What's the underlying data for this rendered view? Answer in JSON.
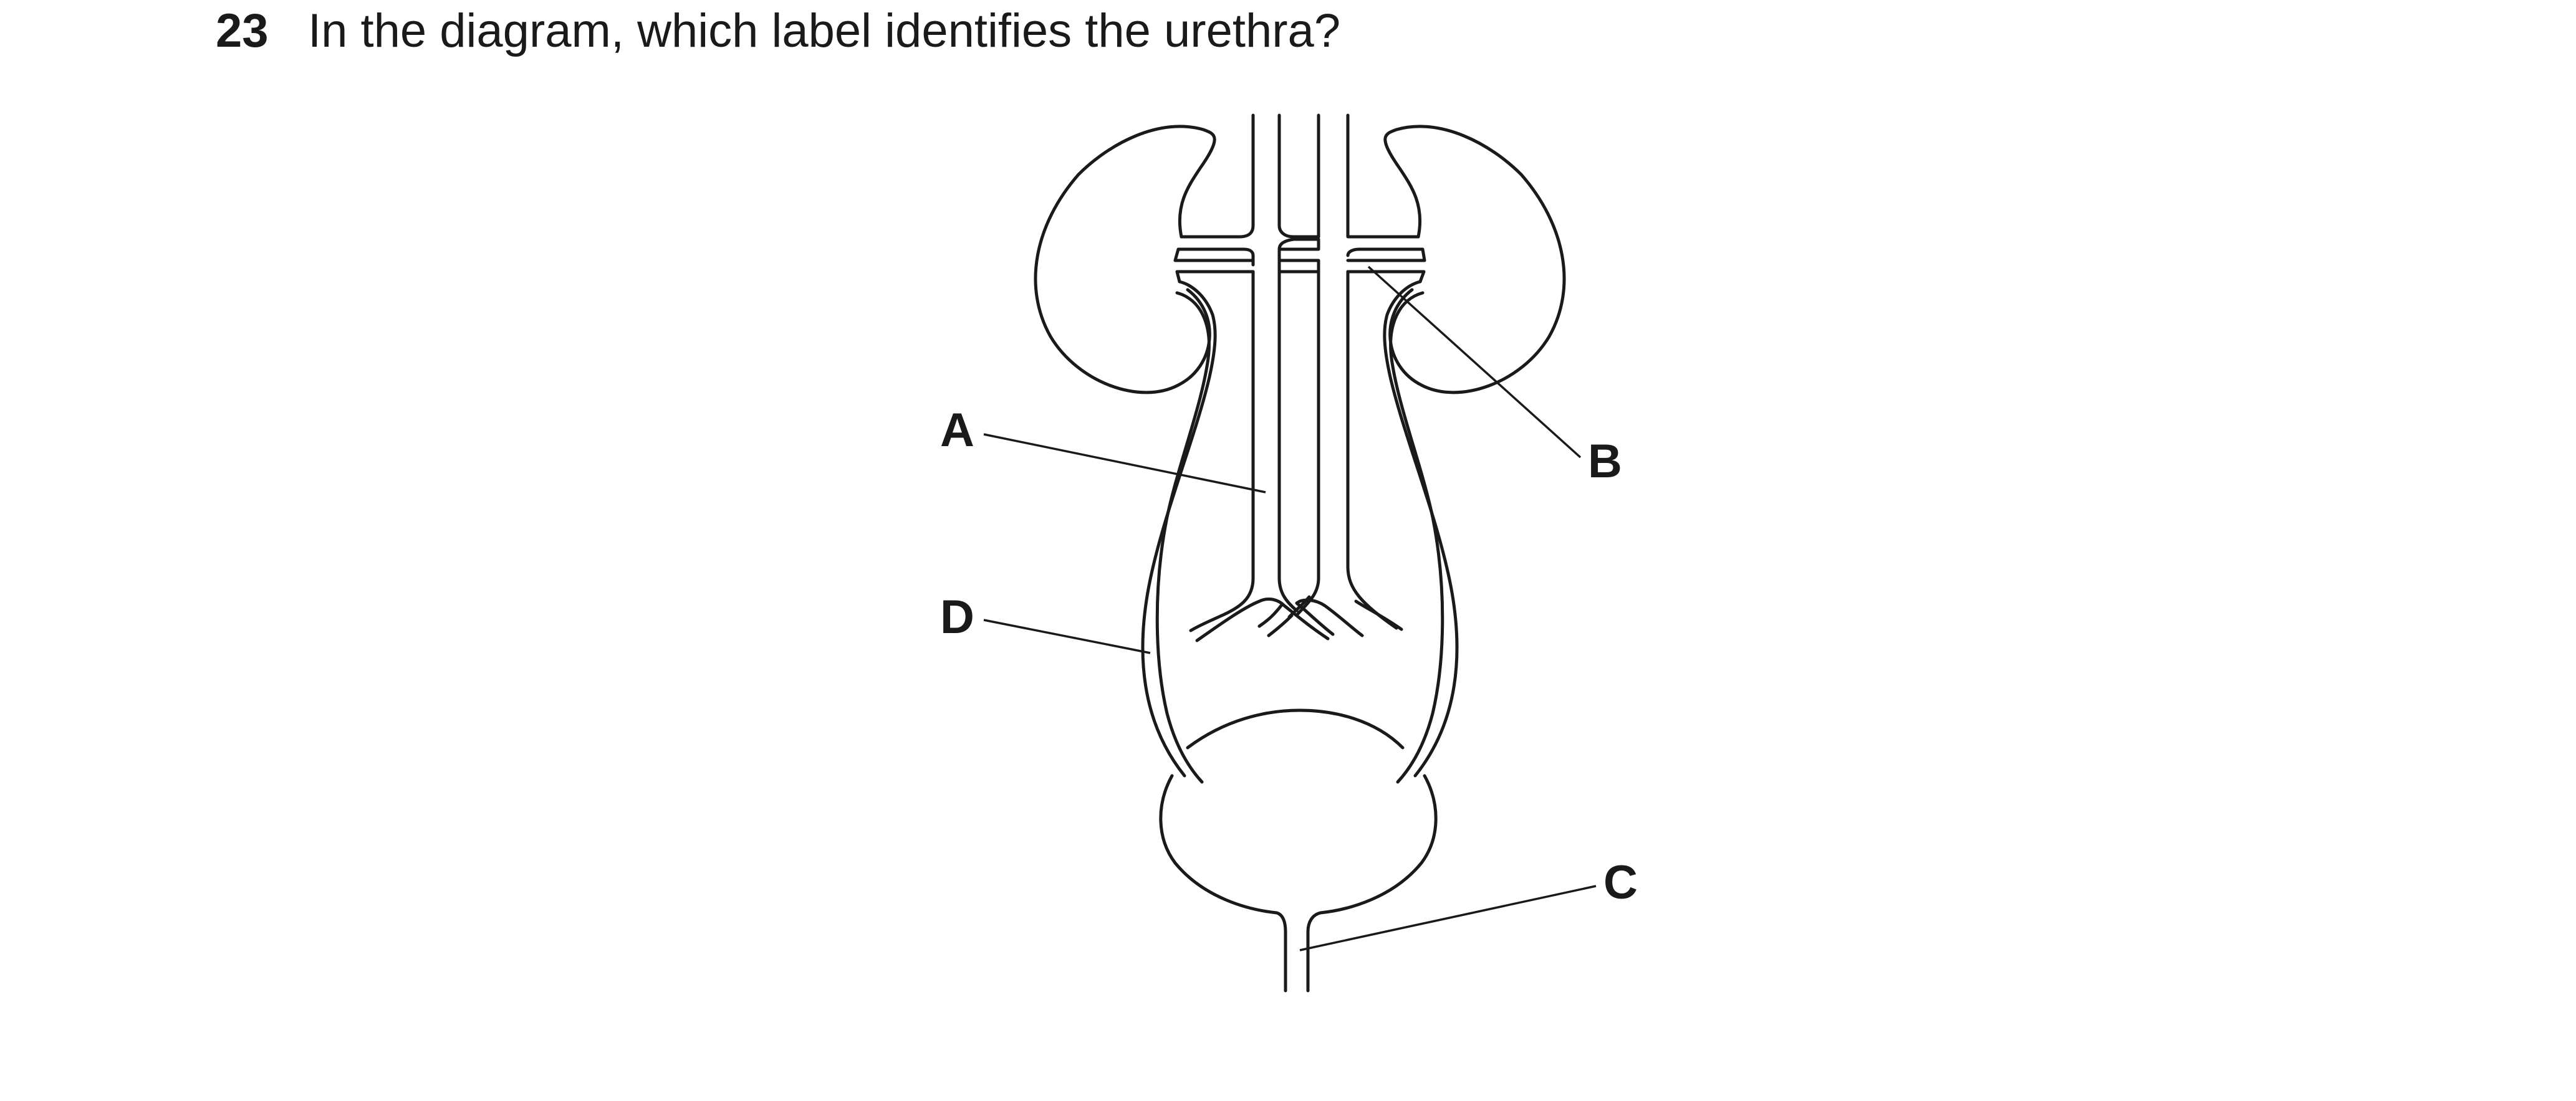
{
  "question": {
    "number": "23",
    "text": "In the diagram, which label identifies the urethra?"
  },
  "diagram": {
    "labels": {
      "a": "A",
      "b": "B",
      "c": "C",
      "d": "D"
    }
  }
}
